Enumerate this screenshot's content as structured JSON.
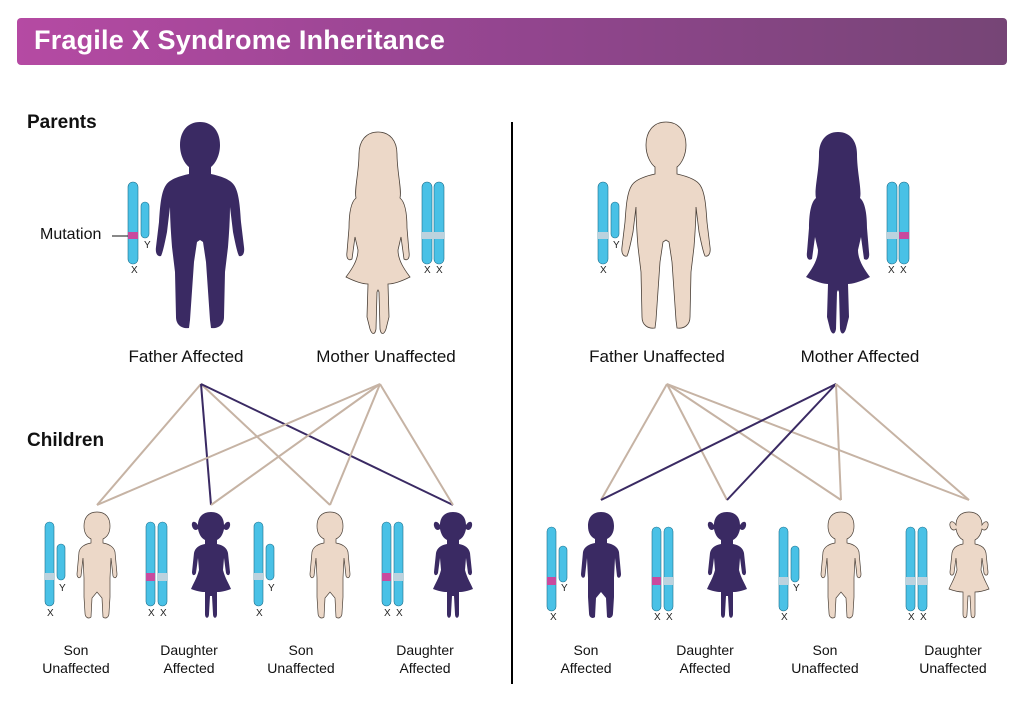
{
  "title": "Fragile X Syndrome Inheritance",
  "labels": {
    "parents": "Parents",
    "children": "Children",
    "mutation": "Mutation"
  },
  "chromosome_letters": {
    "x": "X",
    "y": "Y"
  },
  "colors": {
    "affected": "#3a2a63",
    "unaffected": "#ecd8c8",
    "chromosome": "#49c1e6",
    "mutation": "#c94a9e",
    "banner_start": "#b54aa3",
    "banner_end": "#764576"
  },
  "left": {
    "father": "Father Affected",
    "mother": "Mother Unaffected",
    "children": [
      {
        "line1": "Son",
        "line2": "Unaffected"
      },
      {
        "line1": "Daughter",
        "line2": "Affected"
      },
      {
        "line1": "Son",
        "line2": "Unaffected"
      },
      {
        "line1": "Daughter",
        "line2": "Affected"
      }
    ]
  },
  "right": {
    "father": "Father Unaffected",
    "mother": "Mother Affected",
    "children": [
      {
        "line1": "Son",
        "line2": "Affected"
      },
      {
        "line1": "Daughter",
        "line2": "Affected"
      },
      {
        "line1": "Son",
        "line2": "Unaffected"
      },
      {
        "line1": "Daughter",
        "line2": "Unaffected"
      }
    ]
  }
}
